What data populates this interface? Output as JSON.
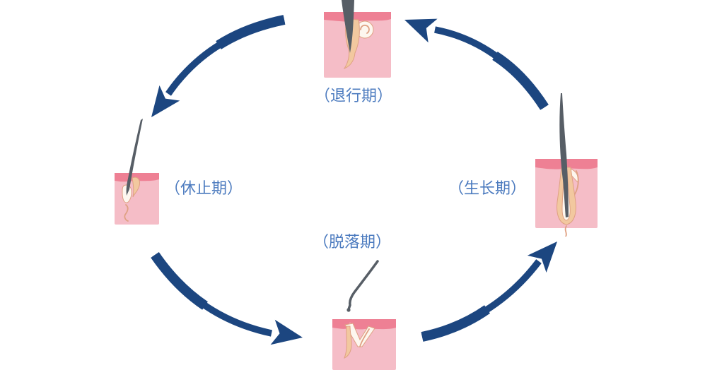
{
  "diagram": {
    "stages": [
      {
        "id": "catagen",
        "label": "（退行期）",
        "position": "top"
      },
      {
        "id": "telogen",
        "label": "（休止期）",
        "position": "left"
      },
      {
        "id": "anagen",
        "label": "（生长期）",
        "position": "right"
      },
      {
        "id": "shedding",
        "label": "（脱落期）",
        "position": "bottom-center"
      }
    ],
    "arrows": [
      {
        "id": "arrow-top-left",
        "from": "catagen",
        "to": "telogen",
        "points": "down-left"
      },
      {
        "id": "arrow-bottom-left",
        "from": "telogen",
        "to": "shedding",
        "points": "down-right"
      },
      {
        "id": "arrow-bottom-right",
        "from": "shedding",
        "to": "anagen",
        "points": "up-right"
      },
      {
        "id": "arrow-top-right",
        "from": "anagen",
        "to": "catagen",
        "points": "up-left"
      }
    ]
  },
  "colors": {
    "arrow": "#1c4680",
    "label_text": "#4c7bbf",
    "skin": "#f5bdc7",
    "epidermis": "#ee8094",
    "follicle": "#f2c89f",
    "follicle_outline": "#dfa183",
    "follicle_inner": "#fdf7ef",
    "hair": "#575e66",
    "background": "#ffffff"
  }
}
